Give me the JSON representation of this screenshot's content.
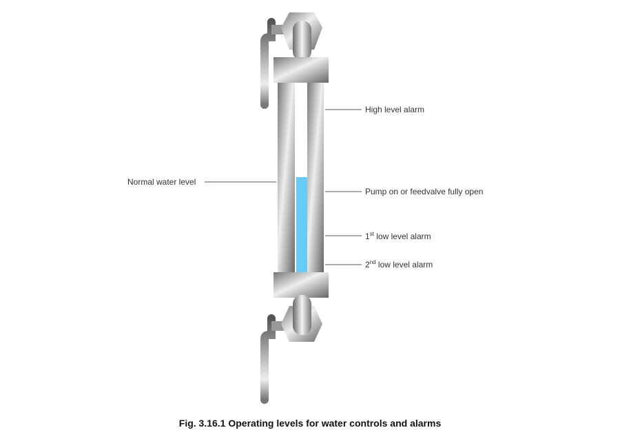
{
  "labels": {
    "high": "High level alarm",
    "normal": "Normal water level",
    "pump": "Pump on or feedvalve fully open",
    "low1_num": "1",
    "low1_sup": "st",
    "low1_text": " low level alarm",
    "low2_num": "2",
    "low2_sup": "nd",
    "low2_text": " low level alarm"
  },
  "caption": "Fig. 3.16.1 Operating levels for water controls and alarms",
  "colors": {
    "water": "#66ccf5",
    "metal_dark": "#6a6a6a",
    "metal_light": "#f0f0f0",
    "leader": "#555555"
  }
}
